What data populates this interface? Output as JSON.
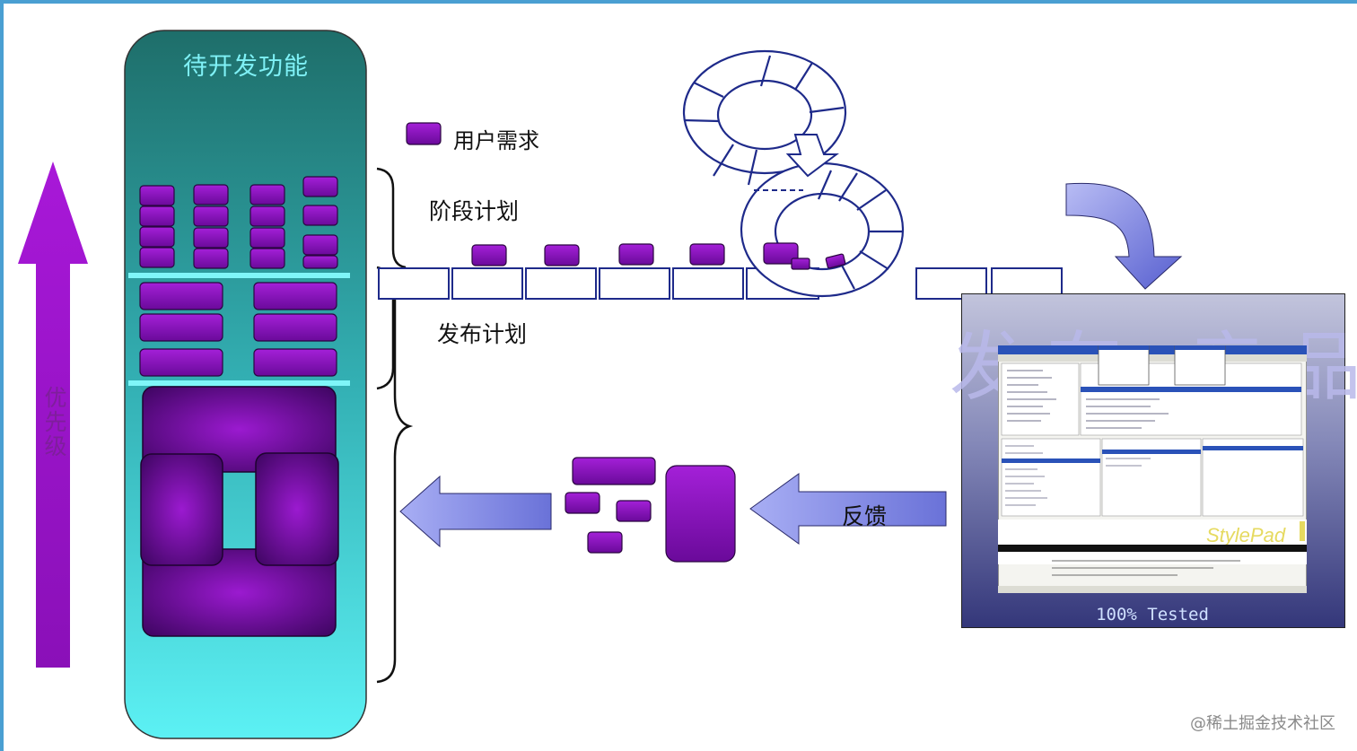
{
  "backlog": {
    "title": "待开发功能"
  },
  "legend": {
    "label": "用户需求"
  },
  "labels": {
    "phase_plan": "阶段计划",
    "release_plan": "发布计划",
    "feedback": "反馈",
    "priority": "优先级"
  },
  "product": {
    "title": "发布 产品",
    "tested": "100% Tested",
    "app_name": "StylePad"
  },
  "watermark": "@稀土掘金技术社区",
  "colors": {
    "frame": "#4a9fd2",
    "backlog_top": "#1e6e6a",
    "backlog_bottom": "#5cf1f4",
    "story_purple": "#9010c8",
    "priority_arrow": "#9a10c8",
    "feedback_arrow": "#8890e0",
    "loop_stroke": "#1e2a8a"
  }
}
